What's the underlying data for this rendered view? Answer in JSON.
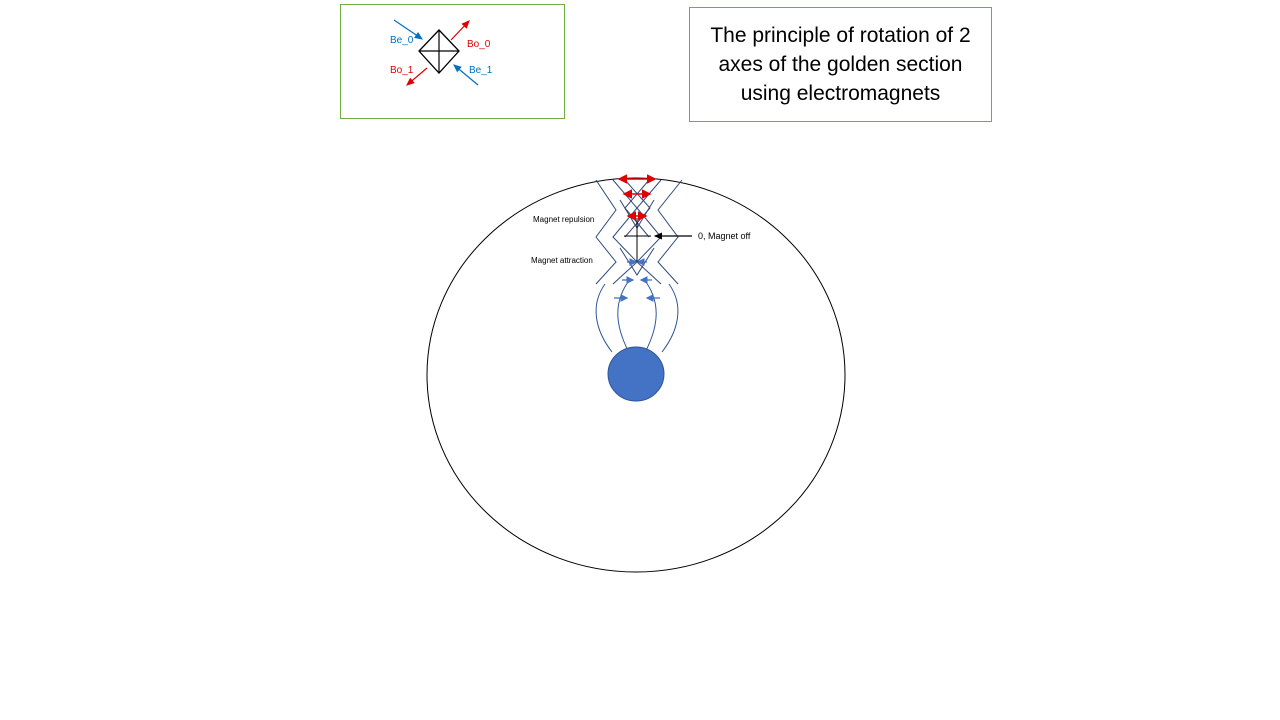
{
  "title": "The principle of rotation of 2 axes of the golden section using electromagnets",
  "legend": {
    "be_0": "Be_0",
    "bo_0": "Bo_0",
    "bo_1": "Bo_1",
    "be_1": "Be_1"
  },
  "labels": {
    "repulsion": "Magnet  repulsion",
    "attraction": "Magnet  attraction",
    "magnet_off": "0, Magnet off"
  },
  "colors": {
    "blue": "#0070c0",
    "red": "#e00000",
    "node_blue": "#4472c4",
    "border_green": "#70ad47",
    "line_blue": "#2f5597"
  }
}
